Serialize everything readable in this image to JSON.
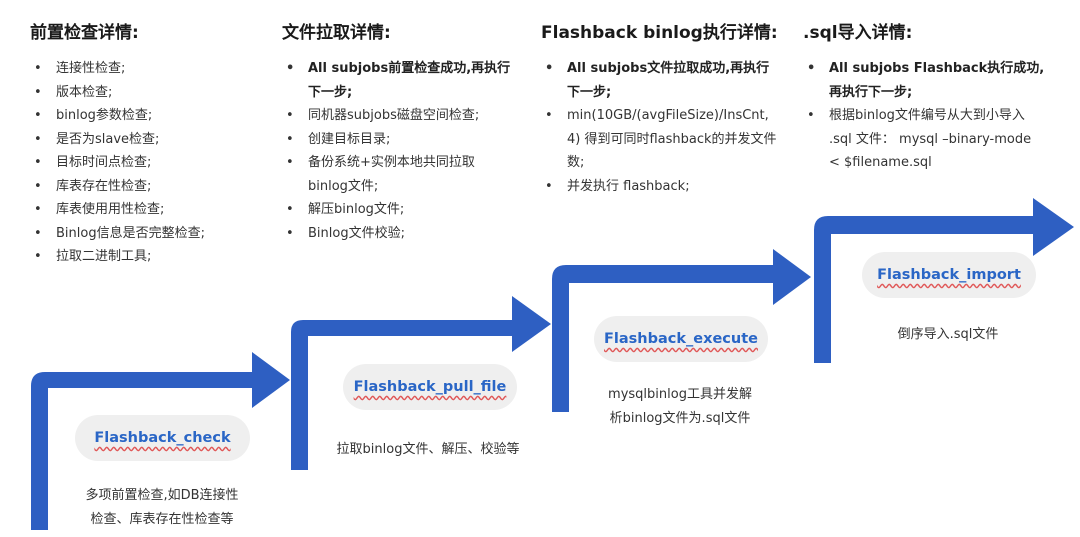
{
  "columns": [
    {
      "title": "前置检查详情:",
      "items": [
        {
          "text": "连接性检查;",
          "bold": false
        },
        {
          "text": "版本检查;",
          "bold": false
        },
        {
          "text": "binlog参数检查;",
          "bold": false
        },
        {
          "text": "是否为slave检查;",
          "bold": false
        },
        {
          "text": "目标时间点检查;",
          "bold": false
        },
        {
          "text": "库表存在性检查;",
          "bold": false
        },
        {
          "text": "库表使用用性检查;",
          "bold": false
        },
        {
          "text": "Binlog信息是否完整检查;",
          "bold": false
        },
        {
          "text": "拉取二进制工具;",
          "bold": false
        }
      ]
    },
    {
      "title": "文件拉取详情:",
      "items": [
        {
          "text": "All subjobs前置检查成功,再执行下一步;",
          "bold": true
        },
        {
          "text": "同机器subjobs磁盘空间检查;",
          "bold": false
        },
        {
          "text": "创建目标目录;",
          "bold": false
        },
        {
          "text": "备份系统+实例本地共同拉取binlog文件;",
          "bold": false
        },
        {
          "text": "解压binlog文件;",
          "bold": false
        },
        {
          "text": "Binlog文件校验;",
          "bold": false
        }
      ]
    },
    {
      "title": "Flashback binlog执行详情:",
      "items": [
        {
          "text": "All subjobs文件拉取成功,再执行下一步;",
          "bold": true
        },
        {
          "text": "min(10GB/(avgFileSize)/InsCnt, 4) 得到可同时flashback的并发文件数;",
          "bold": false
        },
        {
          "text": "并发执行 flashback;",
          "bold": false
        }
      ]
    },
    {
      "title": ".sql导入详情:",
      "items": [
        {
          "text": "All subjobs Flashback执行成功,再执行下一步;",
          "bold": true
        },
        {
          "text": "根据binlog文件编号从大到小导入 .sql 文件： mysql –binary-mode < $filename.sql",
          "bold": false
        }
      ]
    }
  ],
  "steps": [
    {
      "label": "Flashback_check",
      "desc": "多项前置检查,如DB连接性\n检查、库表存在性检查等"
    },
    {
      "label": "Flashback_pull_file",
      "desc": "拉取binlog文件、解压、校验等"
    },
    {
      "label": "Flashback_execute",
      "desc": "mysqlbinlog工具并发解\n析binlog文件为.sql文件"
    },
    {
      "label": "Flashback_import",
      "desc": "倒序导入.sql文件"
    }
  ],
  "colors": {
    "arrow": "#2e5fc2",
    "pill_bg": "#efefef",
    "pill_text": "#2a66c6"
  }
}
